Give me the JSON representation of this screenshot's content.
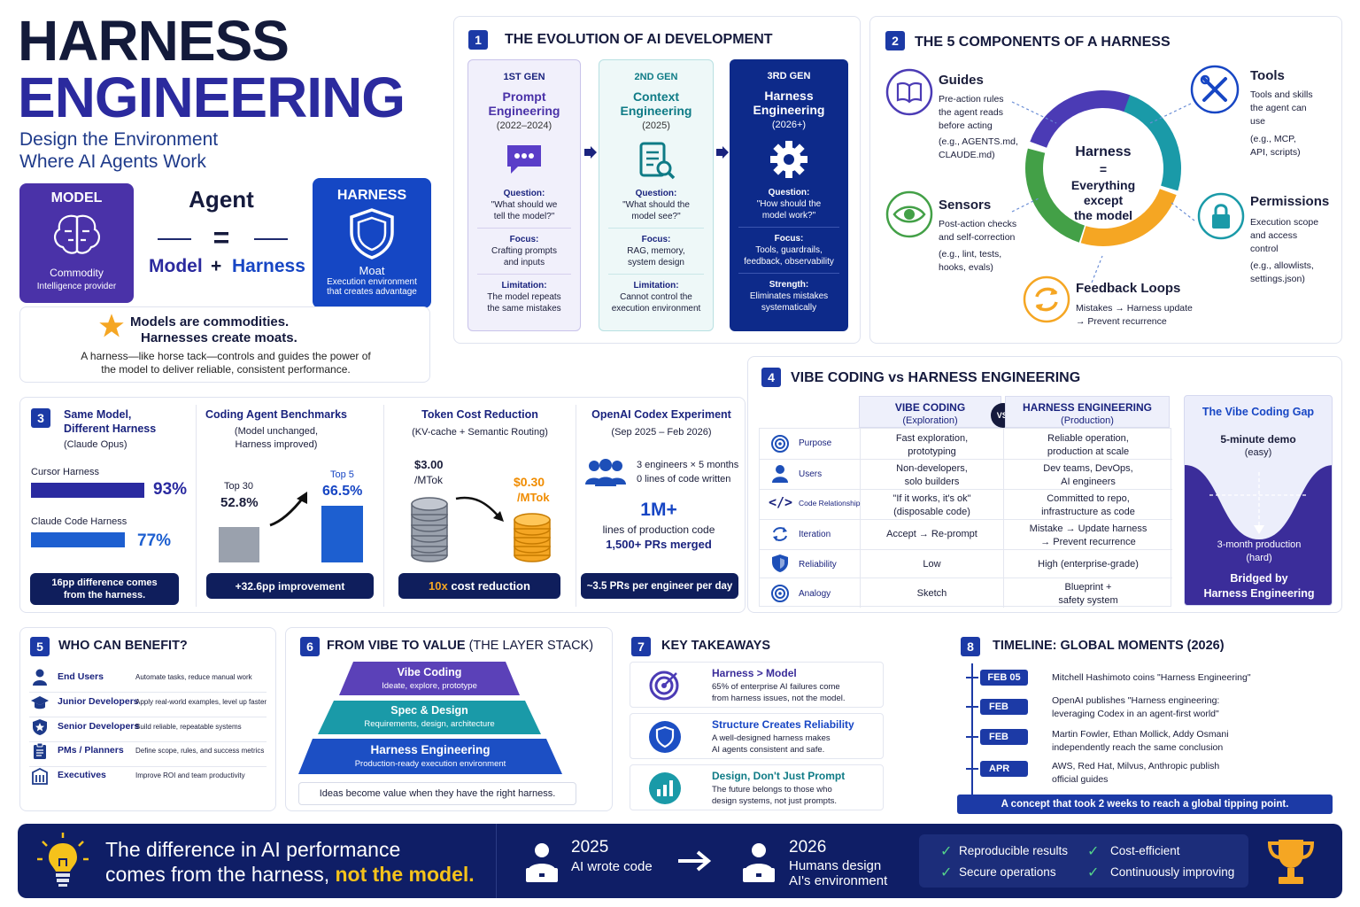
{
  "header": {
    "title_line1": "HARNESS",
    "title_line2": "ENGINEERING",
    "subtitle_line1": "Design the Environment",
    "subtitle_line2": "Where AI Agents Work"
  },
  "equation": {
    "model_label": "MODEL",
    "model_sub1": "Commodity",
    "model_sub2": "Intelligence provider",
    "agent": "Agent",
    "equals": "=",
    "model_word": "Model",
    "plus": "+",
    "harness_word": "Harness",
    "harness_label": "HARNESS",
    "harness_sub1": "Moat",
    "harness_sub2": "Execution environment",
    "harness_sub3": "that creates advantage",
    "tagline1": "Models are commodities.",
    "tagline2": "Harnesses create moats.",
    "desc1": "A harness—like horse tack—controls and guides the power of",
    "desc2": "the model to deliver reliable, consistent performance."
  },
  "evolution": {
    "num": "1",
    "title": "THE EVOLUTION OF AI DEVELOPMENT",
    "gens": [
      {
        "gen": "1ST GEN",
        "name1": "Prompt",
        "name2": "Engineering",
        "years": "(2022–2024)",
        "q_label": "Question:",
        "q1": "\"What should we",
        "q2": "tell the model?\"",
        "f_label": "Focus:",
        "f1": "Crafting prompts",
        "f2": "and inputs",
        "l_label": "Limitation:",
        "l1": "The model repeats",
        "l2": "the same mistakes"
      },
      {
        "gen": "2ND GEN",
        "name1": "Context",
        "name2": "Engineering",
        "years": "(2025)",
        "q_label": "Question:",
        "q1": "\"What should the",
        "q2": "model see?\"",
        "f_label": "Focus:",
        "f1": "RAG, memory,",
        "f2": "system design",
        "l_label": "Limitation:",
        "l1": "Cannot control the",
        "l2": "execution environment"
      },
      {
        "gen": "3RD GEN",
        "name1": "Harness",
        "name2": "Engineering",
        "years": "(2026+)",
        "q_label": "Question:",
        "q1": "\"How should the",
        "q2": "model work?\"",
        "f_label": "Focus:",
        "f1": "Tools, guardrails,",
        "f2": "feedback, observability",
        "l_label": "Strength:",
        "l1": "Eliminates mistakes",
        "l2": "systematically"
      }
    ]
  },
  "components": {
    "num": "2",
    "title": "THE 5 COMPONENTS OF A HARNESS",
    "center1": "Harness",
    "center2": "=",
    "center3": "Everything",
    "center4": "except",
    "center5": "the model",
    "guides": {
      "name": "Guides",
      "d1": "Pre-action rules",
      "d2": "the agent reads",
      "d3": "before acting",
      "e1": "(e.g., AGENTS.md,",
      "e2": "CLAUDE.md)"
    },
    "sensors": {
      "name": "Sensors",
      "d1": "Post-action checks",
      "d2": "and self-correction",
      "e1": "(e.g., lint, tests,",
      "e2": "hooks, evals)"
    },
    "tools": {
      "name": "Tools",
      "d1": "Tools and skills",
      "d2": "the agent can",
      "d3": "use",
      "e1": "(e.g., MCP,",
      "e2": "API, scripts)"
    },
    "permissions": {
      "name": "Permissions",
      "d1": "Execution scope",
      "d2": "and access",
      "d3": "control",
      "e1": "(e.g., allowlists,",
      "e2": "settings.json)"
    },
    "feedback": {
      "name": "Feedback Loops",
      "d1": "Mistakes → Harness update",
      "d2": "→ Prevent recurrence"
    },
    "colors": {
      "purple": "#4b3bb5",
      "teal": "#1a9aa8",
      "orange": "#f5a623",
      "green": "#43a047"
    }
  },
  "results": {
    "num": "3",
    "title1": "Same Model,",
    "title2": "Different Harness",
    "title3": "(Claude Opus)",
    "cursor_label": "Cursor Harness",
    "cursor_val": "93%",
    "cursor_pct": 93,
    "claude_label": "Claude Code Harness",
    "claude_val": "77%",
    "claude_pct": 77,
    "diff1": "16pp difference comes",
    "diff2": "from the harness.",
    "bench_title": "Coding Agent Benchmarks",
    "bench_sub1": "(Model unchanged,",
    "bench_sub2": "Harness improved)",
    "top30_label": "Top 30",
    "top30_val": "52.8%",
    "top5_label": "Top 5",
    "top5_val": "66.5%",
    "bench_pill": "+32.6pp improvement",
    "token_title": "Token Cost Reduction",
    "token_sub": "(KV-cache + Semantic Routing)",
    "old_price1": "$3.00",
    "old_price2": "/MTok",
    "new_price1": "$0.30",
    "new_price2": "/MTok",
    "token_pill_em": "10x",
    "token_pill": " cost reduction",
    "codex_title": "OpenAI Codex Experiment",
    "codex_sub": "(Sep 2025 – Feb 2026)",
    "codex_l1": "3 engineers × 5 months",
    "codex_l2": "0 lines of code written",
    "codex_big": "1M+",
    "codex_l3": "lines of production code",
    "codex_l4": "1,500+ PRs merged",
    "codex_pill": "~3.5 PRs per engineer per day"
  },
  "vibe": {
    "num": "4",
    "title": "VIBE CODING vs HARNESS ENGINEERING",
    "col1_1": "VIBE CODING",
    "col1_2": "(Exploration)",
    "vs": "VS.",
    "col2_1": "HARNESS ENGINEERING",
    "col2_2": "(Production)",
    "rows": [
      {
        "label": "Purpose",
        "a1": "Fast exploration,",
        "a2": "prototyping",
        "b1": "Reliable operation,",
        "b2": "production at scale"
      },
      {
        "label": "Users",
        "a1": "Non-developers,",
        "a2": "solo builders",
        "b1": "Dev teams, DevOps,",
        "b2": "AI engineers"
      },
      {
        "label": "Code Relationship",
        "a1": "\"If it works, it's ok\"",
        "a2": "(disposable code)",
        "b1": "Committed to repo,",
        "b2": "infrastructure as code"
      },
      {
        "label": "Iteration",
        "a1": "Accept → Re-prompt",
        "a2": "",
        "b1": "Mistake → Update harness",
        "b2": "→ Prevent recurrence"
      },
      {
        "label": "Reliability",
        "a1": "Low",
        "a2": "",
        "b1": "High (enterprise-grade)",
        "b2": ""
      },
      {
        "label": "Analogy",
        "a1": "Sketch",
        "a2": "",
        "b1": "Blueprint +",
        "b2": "safety system"
      }
    ],
    "gap_title": "The Vibe Coding Gap",
    "gap_top1": "5-minute demo",
    "gap_top2": "(easy)",
    "gap_bot1": "3-month production",
    "gap_bot2": "(hard)",
    "gap_bridge1": "Bridged by",
    "gap_bridge2": "Harness Engineering"
  },
  "benefit": {
    "num": "5",
    "title": "WHO CAN BENEFIT?",
    "rows": [
      {
        "name": "End Users",
        "desc": "Automate tasks, reduce manual work"
      },
      {
        "name": "Junior Developers",
        "desc": "Apply real-world examples, level up faster"
      },
      {
        "name": "Senior Developers",
        "desc": "Build reliable, repeatable systems"
      },
      {
        "name": "PMs / Planners",
        "desc": "Define scope, rules, and success metrics"
      },
      {
        "name": "Executives",
        "desc": "Improve ROI and team productivity"
      }
    ]
  },
  "stack": {
    "num": "6",
    "title_a": "FROM VIBE TO VALUE ",
    "title_b": "(THE LAYER STACK)",
    "layers": [
      {
        "name": "Vibe Coding",
        "desc": "Ideate, explore, prototype"
      },
      {
        "name": "Spec & Design",
        "desc": "Requirements, design, architecture"
      },
      {
        "name": "Harness Engineering",
        "desc": "Production-ready execution environment"
      }
    ],
    "note": "Ideas become value when they have the right harness."
  },
  "takeaways": {
    "num": "7",
    "title": "KEY TAKEAWAYS",
    "items": [
      {
        "head": "Harness > Model",
        "d1": "65% of enterprise AI failures come",
        "d2": "from harness issues, not the model."
      },
      {
        "head": "Structure Creates Reliability",
        "d1": "A well-designed harness makes",
        "d2": "AI agents consistent and safe."
      },
      {
        "head": "Design, Don't Just Prompt",
        "d1": "The future belongs to those who",
        "d2": "design systems, not just prompts."
      }
    ]
  },
  "timeline": {
    "num": "8",
    "title": "TIMELINE: GLOBAL MOMENTS (2026)",
    "events": [
      {
        "date": "FEB 05",
        "t1": "Mitchell Hashimoto coins \"Harness Engineering\"",
        "t2": ""
      },
      {
        "date": "FEB",
        "t1": "OpenAI publishes \"Harness engineering:",
        "t2": "leveraging Codex in an agent-first world\""
      },
      {
        "date": "FEB",
        "t1": "Martin Fowler, Ethan Mollick, Addy Osmani",
        "t2": "independently reach the same conclusion"
      },
      {
        "date": "APR",
        "t1": "AWS, Red Hat, Milvus, Anthropic publish",
        "t2": "official guides"
      }
    ],
    "pill": "A concept that took 2 weeks to reach a global tipping point."
  },
  "footer": {
    "line1": "The difference in AI performance",
    "line2a": "comes from the harness, ",
    "line2b": "not the model.",
    "y1": "2025",
    "y1_desc": "AI wrote code",
    "y2": "2026",
    "y2_desc1": "Humans design",
    "y2_desc2": "AI's environment",
    "checks": [
      "Reproducible results",
      "Cost-efficient",
      "Secure operations",
      "Continuously improving"
    ]
  }
}
